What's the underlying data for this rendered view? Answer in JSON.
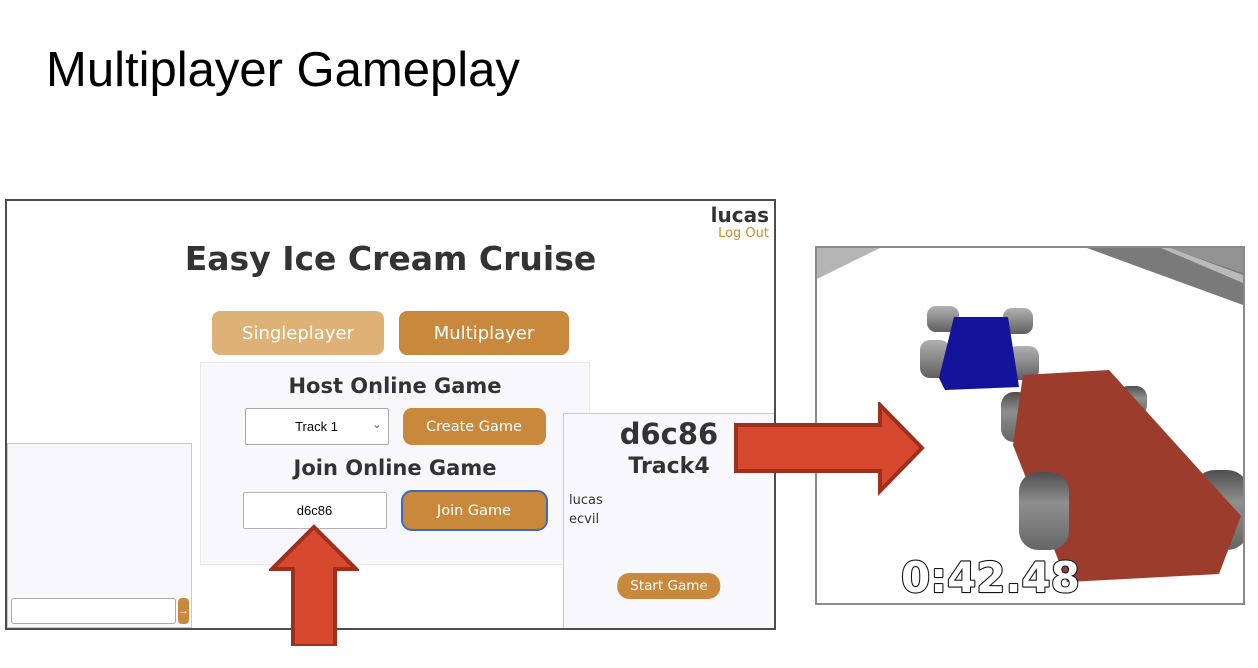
{
  "slide": {
    "title": "Multiplayer Gameplay"
  },
  "lobby": {
    "username": "lucas",
    "logout": "Log Out",
    "title": "Easy Ice Cream Cruise",
    "modes": {
      "singleplayer": "Singleplayer",
      "multiplayer": "Multiplayer"
    },
    "host": {
      "heading": "Host Online Game",
      "track_selected": "Track 1",
      "create": "Create Game",
      "chevron": "⌄"
    },
    "join": {
      "heading": "Join Online Game",
      "code": "d6c86",
      "join": "Join Game"
    },
    "room": {
      "code": "d6c86",
      "track": "Track4",
      "players": [
        "lucas",
        "ecvil"
      ],
      "start": "Start Game"
    },
    "chat": {
      "message": "",
      "send": "→"
    }
  },
  "game": {
    "timer": "0:42.48"
  },
  "colors": {
    "accent_orange": "#c8893d",
    "accent_orange_light": "#deb176",
    "logout_orange": "#d28b2e",
    "focus_blue": "#3e68c8",
    "arrow_red": "#d6492f",
    "arrow_red_border": "#9e2f1d",
    "car_blue": "#14149b",
    "car_red": "#9c3c2c",
    "heading_gray": "#333333"
  }
}
